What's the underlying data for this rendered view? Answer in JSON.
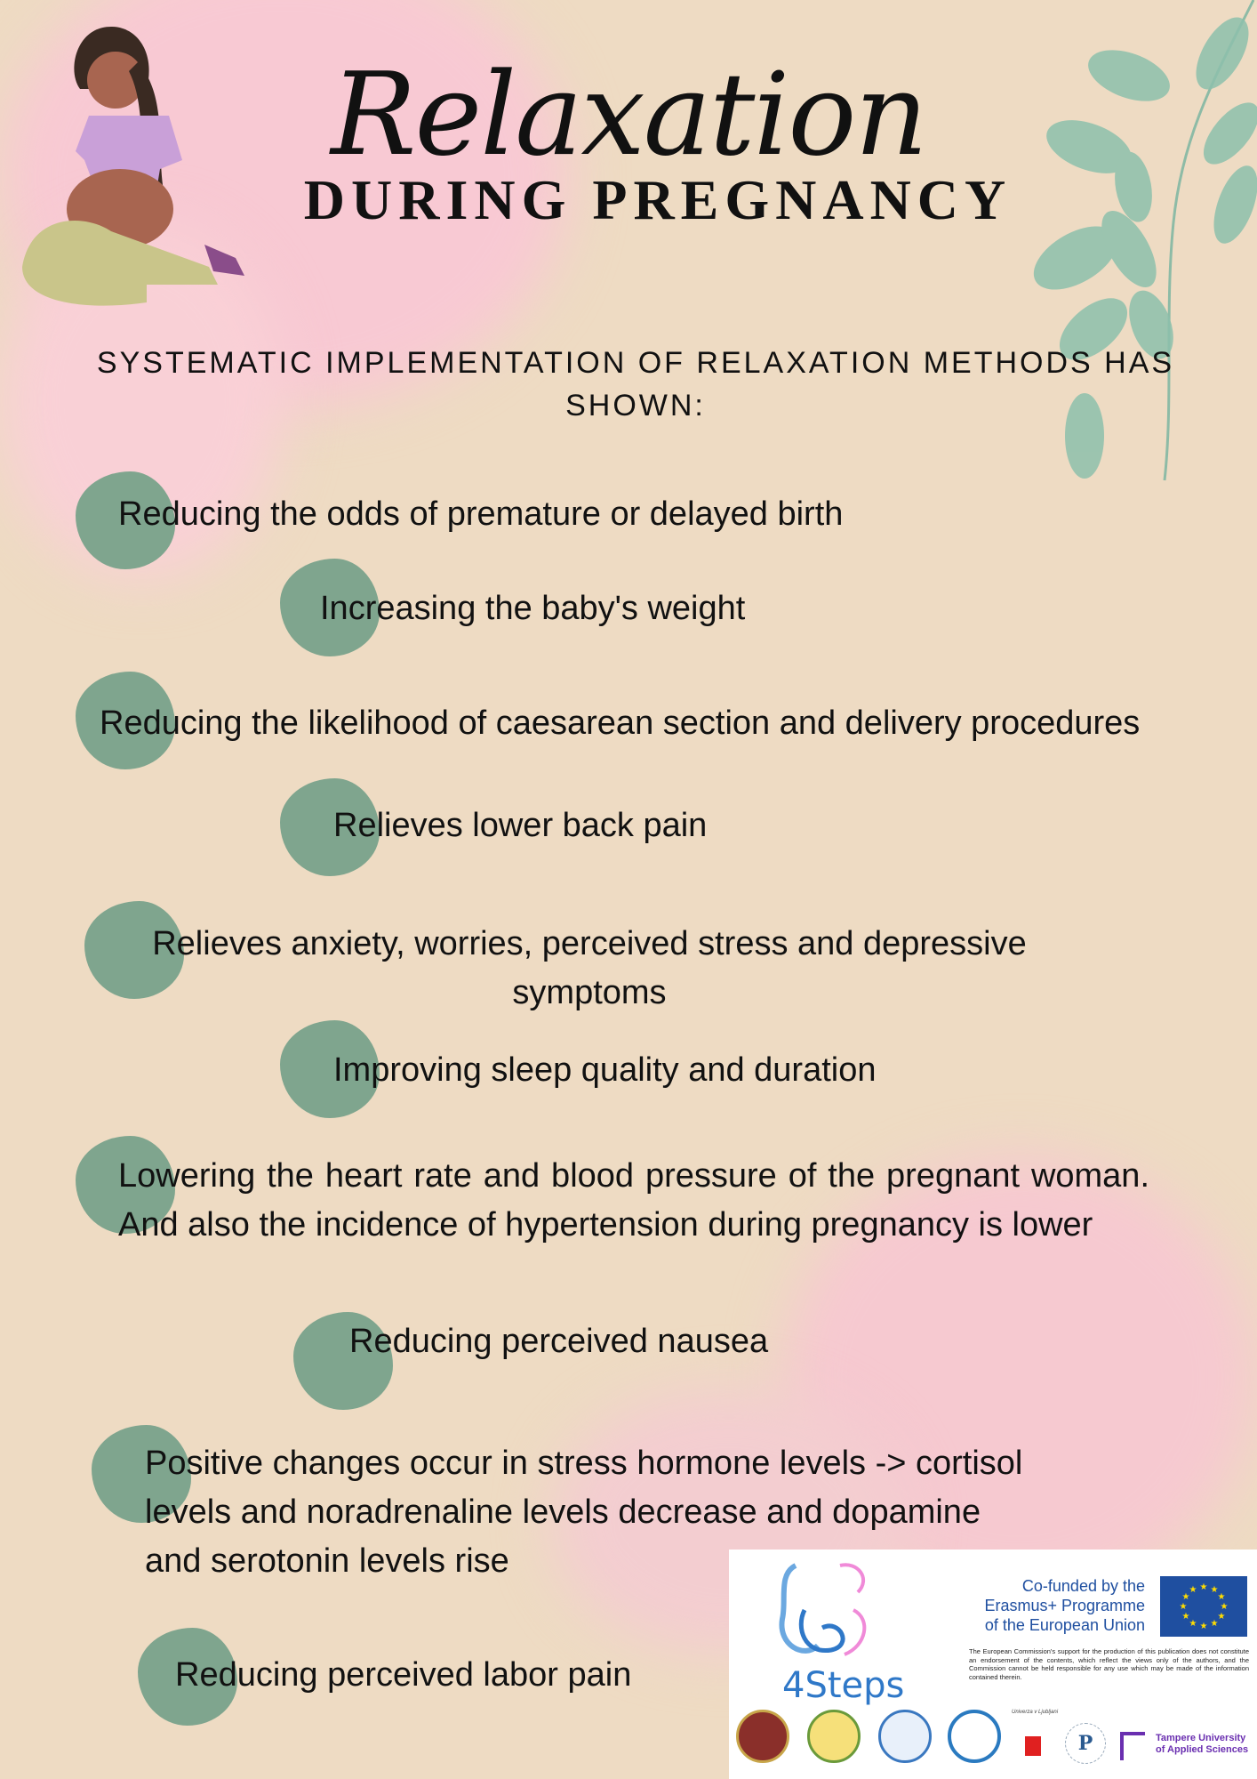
{
  "header": {
    "title_script": "Relaxation",
    "title_caps": "DURING PREGNANCY"
  },
  "intro": "SYSTEMATIC IMPLEMENTATION OF RELAXATION METHODS HAS SHOWN:",
  "items": [
    "Reducing the odds of premature or delayed birth",
    "Increasing the baby's weight",
    "Reducing the likelihood of caesarean section and delivery procedures",
    "Relieves lower back pain",
    "Relieves anxiety, worries, perceived stress and depressive symptoms",
    "Improving sleep quality and duration",
    "Lowering the heart rate and blood pressure of the pregnant woman. And also the incidence of hypertension during pregnancy is lower",
    "Reducing perceived nausea",
    "Positive changes occur in stress hormone levels -> cortisol levels and noradrenaline levels decrease and dopamine and serotonin levels rise",
    "Reducing perceived labor pain"
  ],
  "footer": {
    "project_logo": "4Steps",
    "eu_funding": "Co-funded by the Erasmus+ Programme of the European Union",
    "disclaimer": "The European Commission's support for the production of this publication does not constitute an endorsement of the contents, which reflect the views only of the authors, and the Commission cannot be held responsible for any use which may be made of the information contained therein.",
    "partner_small": "Univerza v Ljubljani",
    "partner_tampere": "Tampere University of Applied Sciences"
  },
  "colors": {
    "background": "#EEDBC3",
    "blob": "#7FA58E",
    "pink": "#F8C6D2",
    "eu_blue": "#1F4FA0",
    "star": "#FFDD00"
  }
}
